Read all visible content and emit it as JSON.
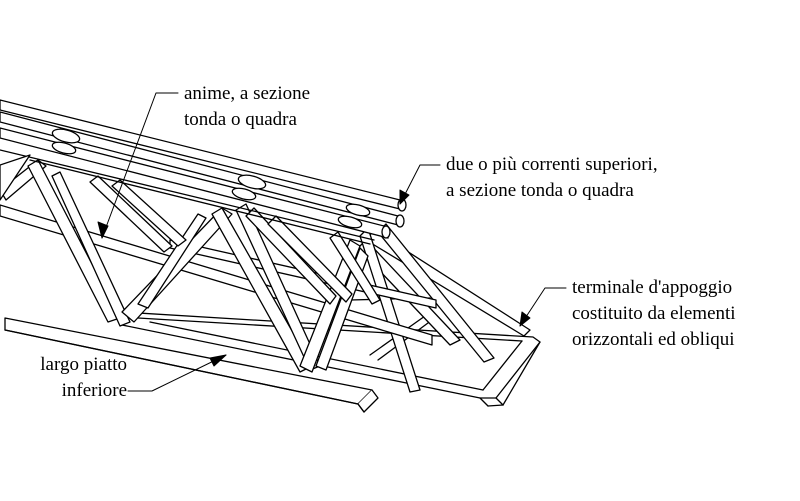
{
  "labels": {
    "anime": {
      "line1": "anime, a sezione",
      "line2": "tonda o quadra"
    },
    "correnti": {
      "line1": "due o più correnti superiori,",
      "line2": "a sezione tonda o quadra"
    },
    "terminale": {
      "line1": "terminale d'appoggio",
      "line2": "costituito da elementi",
      "line3": "orizzontali ed obliqui"
    },
    "piatto": {
      "line1": "largo piatto",
      "line2": "inferiore"
    }
  },
  "colors": {
    "stroke": "#000000",
    "fill": "#ffffff"
  }
}
